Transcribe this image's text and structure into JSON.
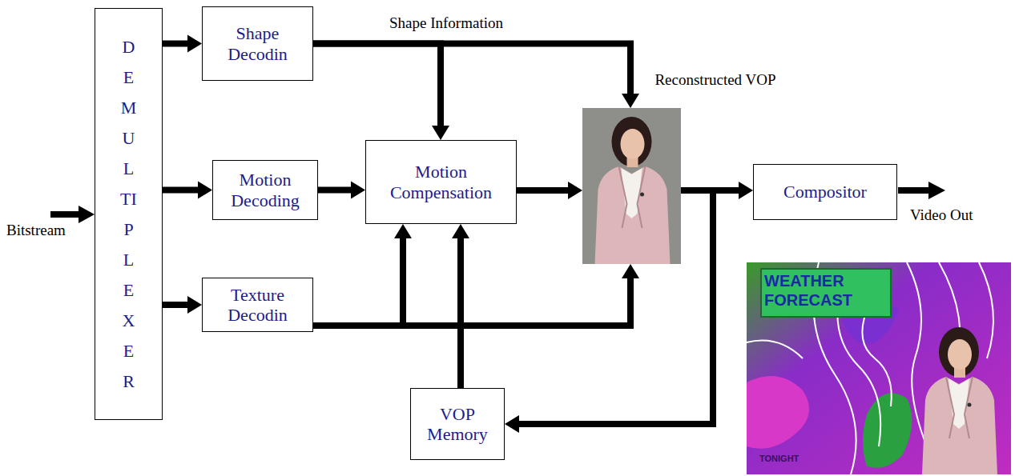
{
  "diagram": {
    "nodes": [
      {
        "text": [
          "DEMULTIPLEXER"
        ]
      },
      {
        "text": [
          "Shape Decodin"
        ]
      },
      {
        "text": [
          "Motion Decoding"
        ]
      },
      {
        "text": [
          "Motion Compensation"
        ]
      },
      {
        "text": [
          "Reconstructed VOP"
        ]
      },
      {
        "text": [
          "Compositor"
        ]
      },
      {
        "text": [
          "Texture Decodin"
        ]
      },
      {
        "text": [
          "VOP Memory"
        ]
      }
    ],
    "edges": [
      {
        "from": 0,
        "to": 1,
        "arrow": "to"
      },
      {
        "from": 0,
        "to": 2,
        "arrow": "to"
      },
      {
        "from": 0,
        "to": 6,
        "arrow": "to"
      },
      {
        "from": 1,
        "to": 3,
        "arrow": "to"
      },
      {
        "from": 1,
        "to": 4,
        "arrow": "to"
      },
      {
        "from": 2,
        "to": 3,
        "arrow": "to"
      },
      {
        "from": 6,
        "to": 3,
        "arrow": "to"
      },
      {
        "from": 6,
        "to": 4,
        "arrow": "to"
      },
      {
        "from": 3,
        "to": 4,
        "arrow": "to"
      },
      {
        "from": 4,
        "to": 5,
        "arrow": "to"
      },
      {
        "from": 4,
        "to": 7,
        "arrow": "to"
      },
      {
        "from": 7,
        "to": 3,
        "arrow": "to"
      }
    ],
    "labels": [
      "Shape Information",
      "Bitstream",
      "Video Out",
      "WEATHER FORECAST",
      "TONIGHT"
    ]
  }
}
